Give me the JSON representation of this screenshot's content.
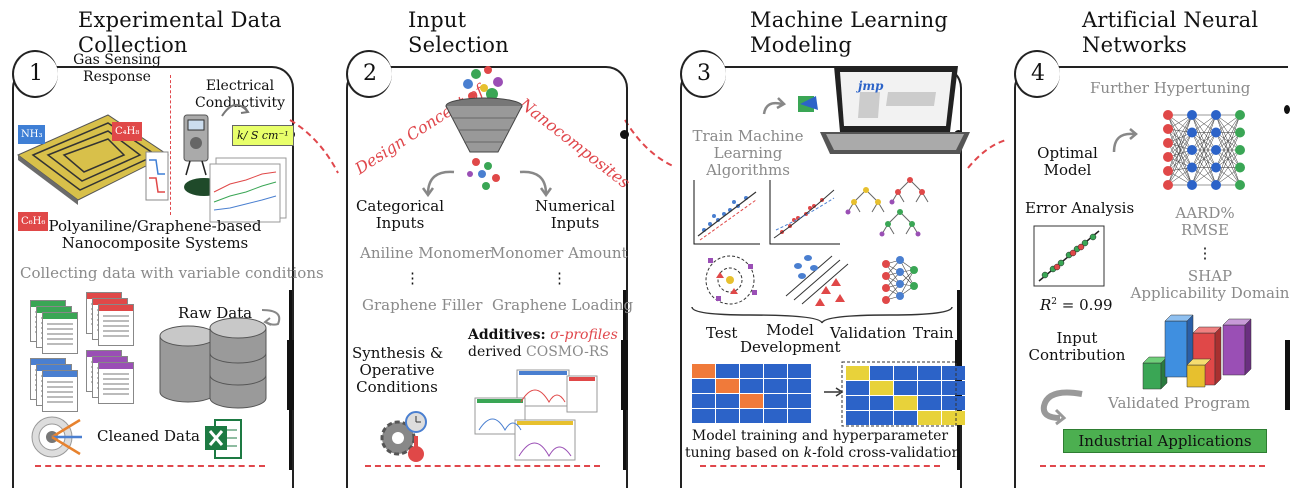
{
  "panels": [
    {
      "num": "1",
      "title_line1": "Experimental Data",
      "title_line2": "Collection"
    },
    {
      "num": "2",
      "title_line1": "Input",
      "title_line2": "Selection"
    },
    {
      "num": "3",
      "title_line1": "Machine Learning",
      "title_line2": "Modeling"
    },
    {
      "num": "4",
      "title_line1": "Artificial Neural",
      "title_line2": "Networks"
    }
  ],
  "p1": {
    "gas_l1": "Gas Sensing",
    "gas_l2": "Response",
    "elec_l1": "Electrical",
    "elec_l2": "Conductivity",
    "k_label": "k/ S cm⁻¹",
    "nh3": "NH₃",
    "c4h8": "C₄H₈",
    "c6h6": "C₆H₆",
    "systems_l1": "Polyaniline/Graphene-based",
    "systems_l2": "Nanocomposite Systems",
    "collecting": "Collecting data with variable conditions",
    "raw": "Raw Data",
    "cleaned": "Cleaned Data"
  },
  "p2": {
    "design_left": "Design Concept of",
    "design_right": "Nanocomposites",
    "cat_l1": "Categorical",
    "cat_l2": "Inputs",
    "num_l1": "Numerical",
    "num_l2": "Inputs",
    "aniline": "Aniline Monomer",
    "monomer": "Monomer Amount",
    "vdots": "⋮",
    "gfiller": "Graphene Filler",
    "gloading": "Graphene Loading",
    "syn_l1": "Synthesis &",
    "syn_l2": "Operative",
    "syn_l3": "Conditions",
    "add_bold": "Additives:",
    "add_sigma": "σ-profiles",
    "add_l2a": "derived ",
    "add_l2b": "COSMO-RS"
  },
  "p3": {
    "train_l1": "Train Machine",
    "train_l2": "Learning",
    "train_l3": "Algorithms",
    "jmp": "jmp",
    "test": "Test",
    "model_l1": "Model",
    "model_l2": "Development",
    "validation": "Validation",
    "train": "Train",
    "tuning_l1": "Model training and hyperparameter",
    "tuning_l2a": "tuning based on ",
    "tuning_k": "k",
    "tuning_l2b": "-fold cross-validation"
  },
  "p4": {
    "hyper": "Further Hypertuning",
    "optimal_l1": "Optimal",
    "optimal_l2": "Model",
    "error": "Error Analysis",
    "aard": "AARD%",
    "rmse": "RMSE",
    "vdots": "⋮",
    "shap": "SHAP",
    "applic": "Applicability Domain",
    "r2_r": "R",
    "r2_sup": "2",
    "r2_val": " = 0.99",
    "input_l1": "Input",
    "input_l2": "Contribution",
    "validated": "Validated Program",
    "industrial": "Industrial Applications"
  },
  "colors": {
    "accent_red": "#e0474c",
    "green_button": "#4caf50",
    "doc_green": "#3aa655",
    "doc_red": "#e04848",
    "doc_blue": "#4a7fd0",
    "doc_purple": "#9a4fb5"
  },
  "icons": [
    "sensor-chip-icon",
    "multimeter-icon",
    "line-graph-icon",
    "database-icon",
    "target-arrows-icon",
    "excel-icon",
    "funnel-icon",
    "curved-arrow-icon",
    "gears-icon",
    "thermometer-icon",
    "laptop-icon",
    "neural-network-icon",
    "bar-chart-3d-icon",
    "circular-arrow-icon"
  ]
}
